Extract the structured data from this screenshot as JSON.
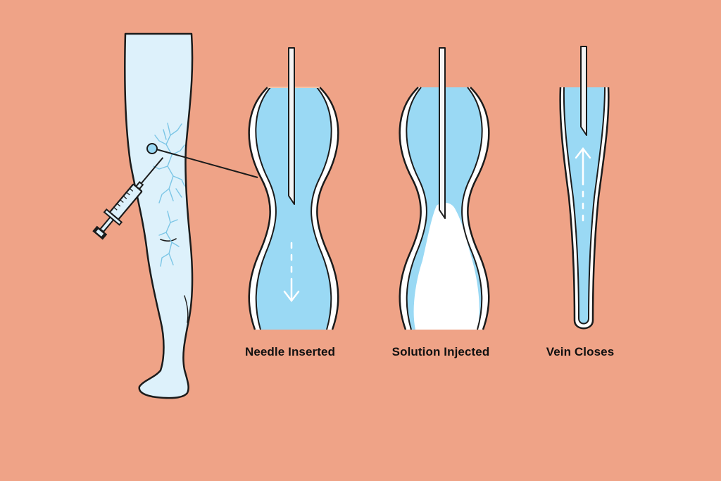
{
  "steps": [
    {
      "label": "Needle Inserted"
    },
    {
      "label": "Solution Injected"
    },
    {
      "label": "Vein Closes"
    }
  ],
  "colors": {
    "background": "#EFA387",
    "skin": "#DDF1FB",
    "vein_fill": "#9AD9F4",
    "vein_light": "#CDEBFA",
    "vein_outline": "#1B1B1B",
    "solution": "#FFFFFF",
    "capillaries": "#7CC6E6"
  }
}
